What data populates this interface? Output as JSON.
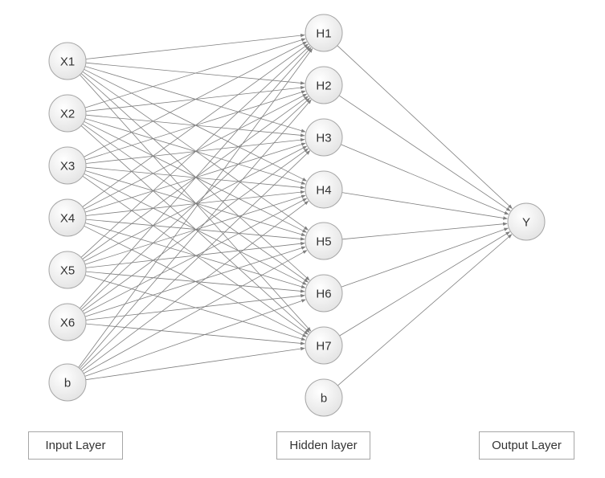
{
  "colors": {
    "edge": "#7f7f7f",
    "node_stroke": "#a6a6a6",
    "node_fill_top": "#ffffff",
    "node_fill_bottom": "#e6e6e6",
    "text": "#333333"
  },
  "input_layer": {
    "label": "Input Layer",
    "nodes": [
      "X1",
      "X2",
      "X3",
      "X4",
      "X5",
      "X6",
      "b"
    ]
  },
  "hidden_layer": {
    "label": "Hidden layer",
    "nodes": [
      "H1",
      "H2",
      "H3",
      "H4",
      "H5",
      "H6",
      "H7",
      "b"
    ]
  },
  "output_layer": {
    "label": "Output Layer",
    "nodes": [
      "Y"
    ]
  }
}
